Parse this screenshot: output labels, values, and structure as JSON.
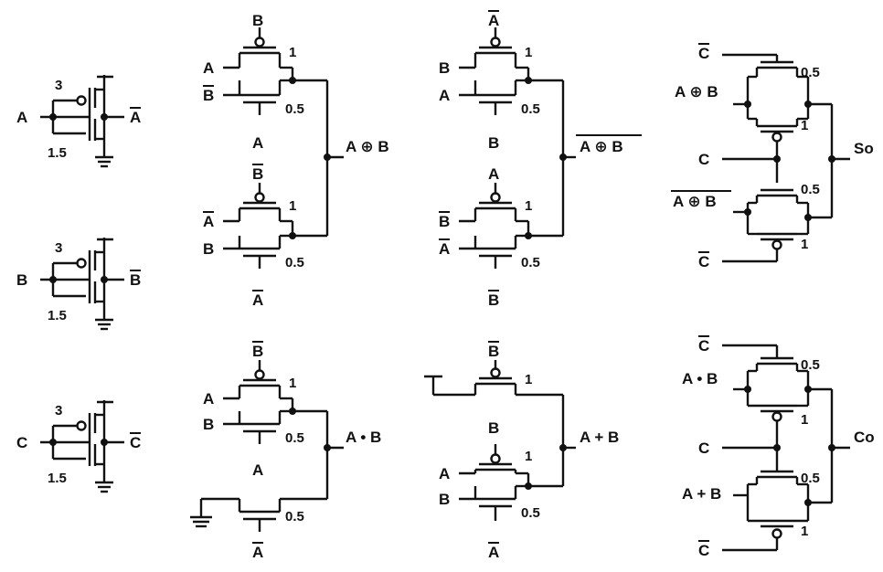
{
  "colors": {
    "ink": "#111111",
    "background": "#ffffff"
  },
  "inverters": [
    {
      "input": "A",
      "output": "A",
      "output_bar": true,
      "pmos_size": "3",
      "nmos_size": "1.5"
    },
    {
      "input": "B",
      "output": "B",
      "output_bar": true,
      "pmos_size": "3",
      "nmos_size": "1.5"
    },
    {
      "input": "C",
      "output": "C",
      "output_bar": true,
      "pmos_size": "3",
      "nmos_size": "1.5"
    }
  ],
  "circuits": {
    "xor": {
      "output": "A ⊕ B",
      "top_p_gate": "B",
      "top_p_gate_bar": false,
      "top_p_size": "1",
      "top_p_src": "A",
      "top_p_src_bar": false,
      "top_n_src": "B",
      "top_n_src_bar": true,
      "top_n_size": "0.5",
      "top_n_gate": "A",
      "top_n_gate_bar": false,
      "bot_p_gate": "B",
      "bot_p_gate_bar": true,
      "bot_p_size": "1",
      "bot_p_src": "A",
      "bot_p_src_bar": true,
      "bot_n_src": "B",
      "bot_n_src_bar": false,
      "bot_n_size": "0.5",
      "bot_n_gate": "A",
      "bot_n_gate_bar": true
    },
    "xnor": {
      "output": "A ⊕ B",
      "top_p_gate": "A",
      "top_p_gate_bar": true,
      "top_p_size": "1",
      "top_p_src": "B",
      "top_p_src_bar": false,
      "top_n_src": "A",
      "top_n_src_bar": false,
      "top_n_size": "0.5",
      "top_n_gate": "B",
      "top_n_gate_bar": false,
      "bot_p_gate": "A",
      "bot_p_gate_bar": false,
      "bot_p_size": "1",
      "bot_p_src": "B",
      "bot_p_src_bar": true,
      "bot_n_src": "A",
      "bot_n_src_bar": true,
      "bot_n_size": "0.5",
      "bot_n_gate": "B",
      "bot_n_gate_bar": true
    },
    "and": {
      "output": "A • B",
      "p_gate": "B",
      "p_size": "1",
      "p_src": "A",
      "n_src": "B",
      "n_size": "0.5",
      "n_gate": "A",
      "pd_size": "0.5",
      "pd_gate": "A"
    },
    "or": {
      "output": "A + B",
      "top_p_gate": "B",
      "top_p_size": "1",
      "mid_p_gate": "B",
      "mid_p_size": "1",
      "p_src": "A",
      "n_src": "B",
      "n_size": "0.5",
      "n_gate": "A"
    },
    "sum": {
      "output": "So",
      "top_gate": "C",
      "top_n_size": "0.5",
      "top_in": "A ⊕ B",
      "top_p_size": "1",
      "mid_in": "C",
      "bot_n_size": "0.5",
      "bot_in": "A ⊕ B",
      "bot_gate": "C",
      "bot_p_size": "1"
    },
    "carry": {
      "output": "Co",
      "top_gate": "C",
      "top_n_size": "0.5",
      "top_in": "A • B",
      "top_p_size": "1",
      "mid_in": "C",
      "bot_n_size": "0.5",
      "bot_in": "A + B",
      "bot_gate": "C",
      "bot_p_size": "1"
    }
  }
}
